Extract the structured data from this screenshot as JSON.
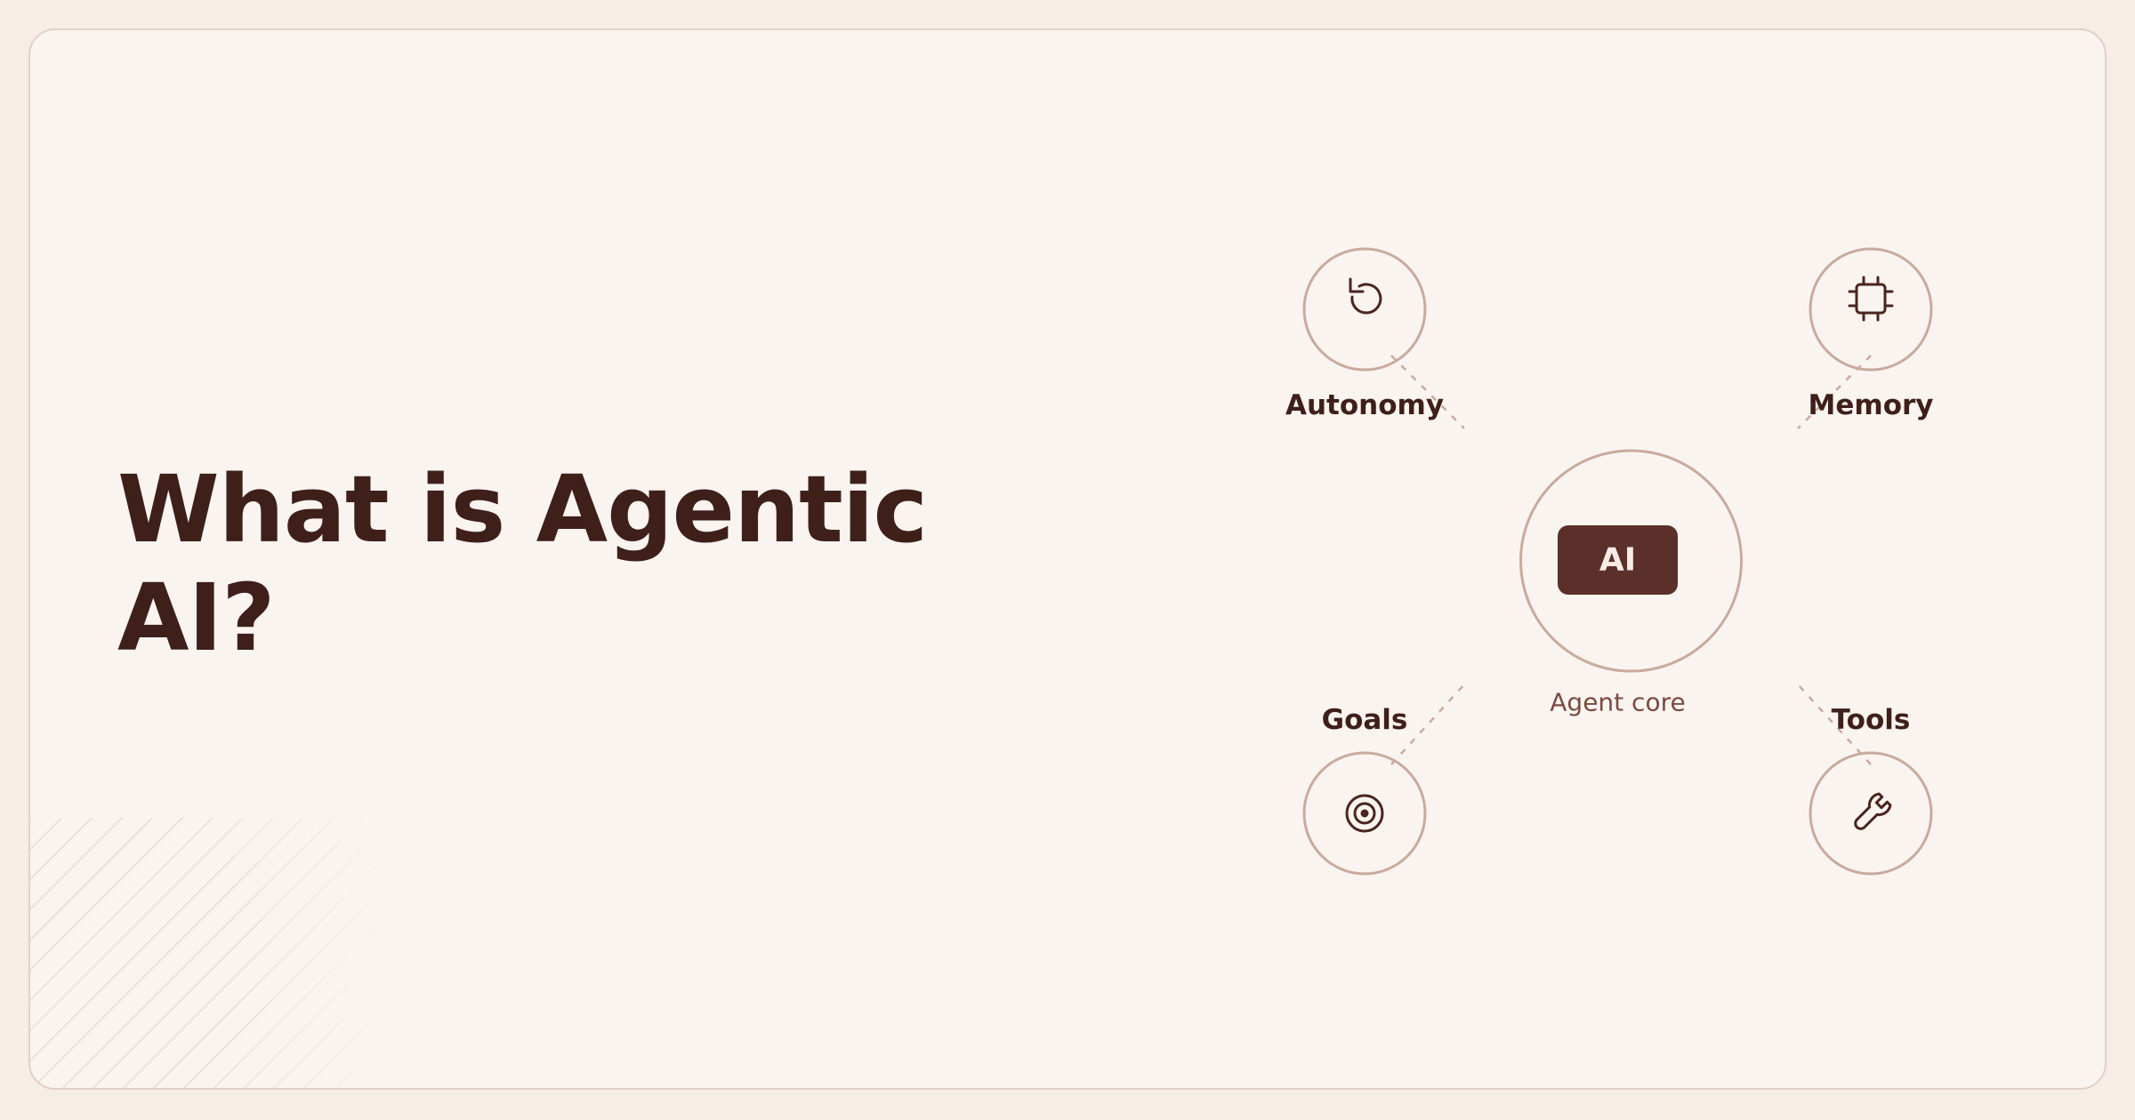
{
  "title": "What is Agentic AI?",
  "core": {
    "badge": "AI",
    "label": "Agent core"
  },
  "nodes": {
    "autonomy": {
      "label": "Autonomy",
      "icon": "rotate-ccw-icon"
    },
    "memory": {
      "label": "Memory",
      "icon": "chip-icon"
    },
    "goals": {
      "label": "Goals",
      "icon": "target-icon"
    },
    "tools": {
      "label": "Tools",
      "icon": "wrench-icon"
    }
  },
  "colors": {
    "page_background": "#f6ede7",
    "card_background": "#f9f4f0",
    "text_primary": "#3f1f1a",
    "accent": "#5b302b",
    "ring": "#c9aa9e"
  }
}
